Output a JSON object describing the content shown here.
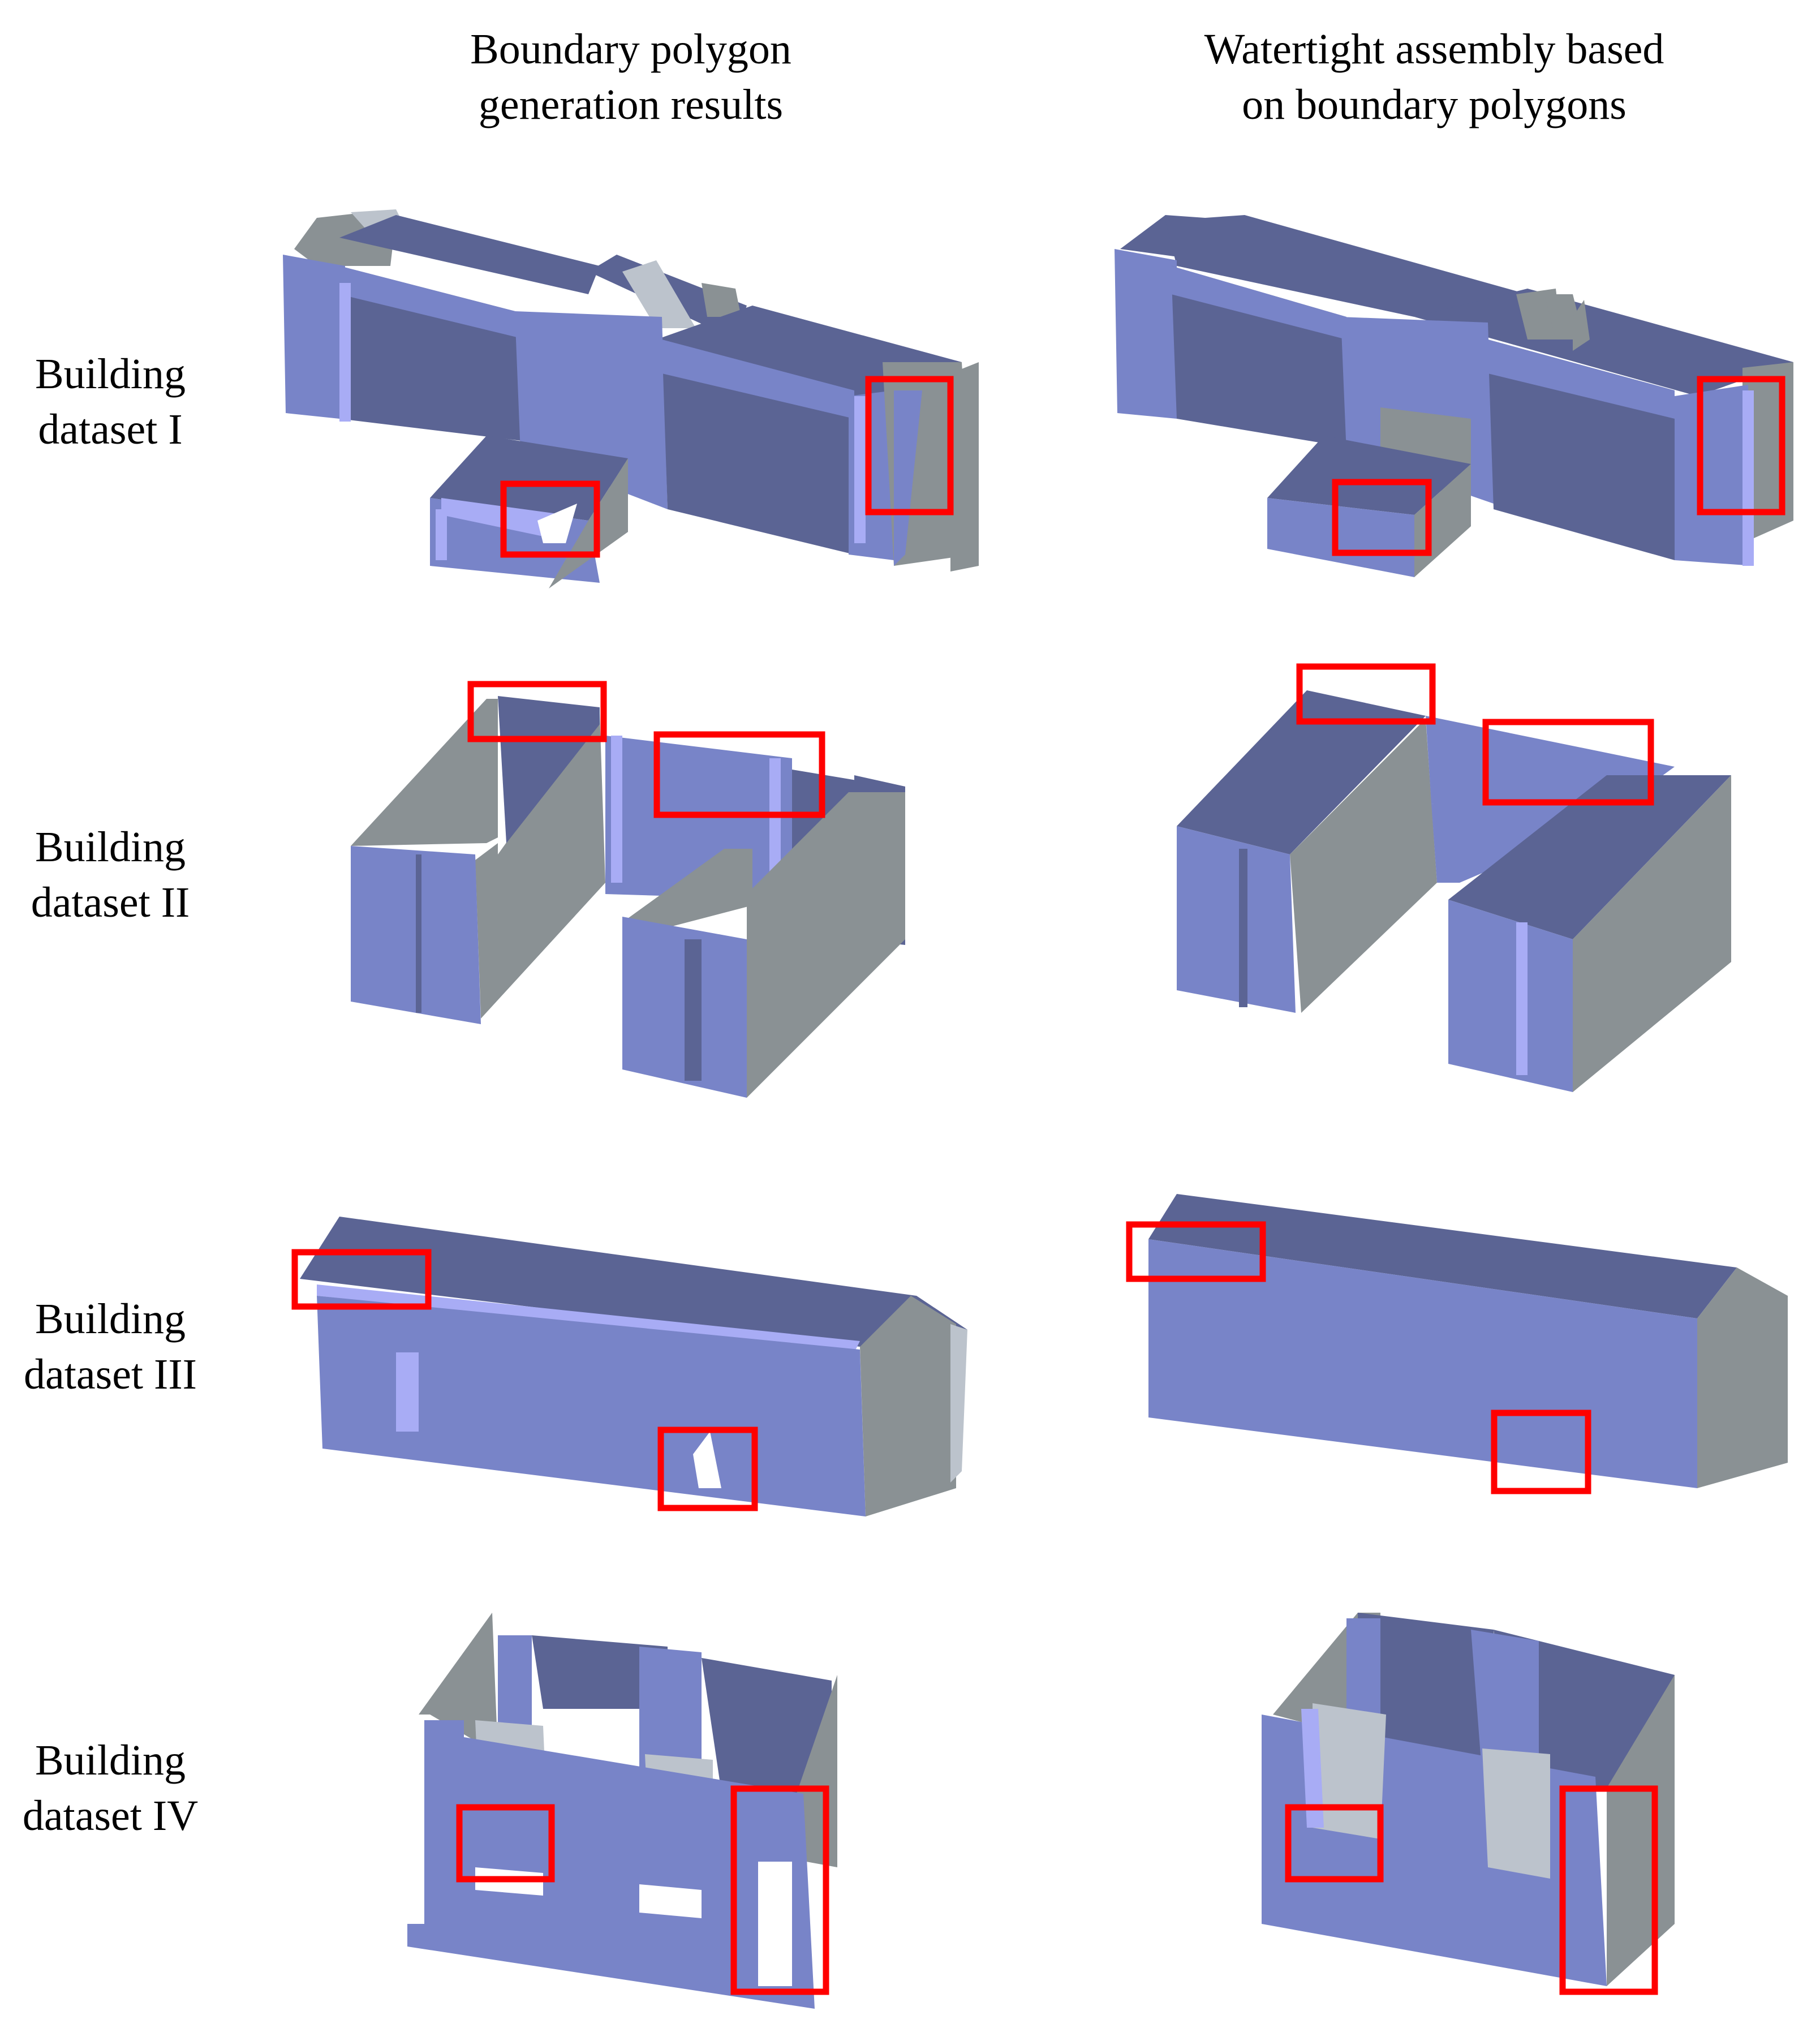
{
  "columns": {
    "left": {
      "line1": "Boundary polygon",
      "line2": "generation results"
    },
    "right": {
      "line1": "Watertight assembly based",
      "line2": "on boundary polygons"
    }
  },
  "rows": [
    {
      "line1": "Building",
      "line2": "dataset I"
    },
    {
      "line1": "Building",
      "line2": "dataset II"
    },
    {
      "line1": "Building",
      "line2": "dataset III"
    },
    {
      "line1": "Building",
      "line2": "dataset IV"
    }
  ],
  "colors": {
    "wall_light": "#7884C8",
    "roof_dark": "#5B6494",
    "side_grey": "#8A9194",
    "highlight_light": "#A8ACF5",
    "glass_grey": "#BCC3CC",
    "box_red": "#FF0000"
  }
}
